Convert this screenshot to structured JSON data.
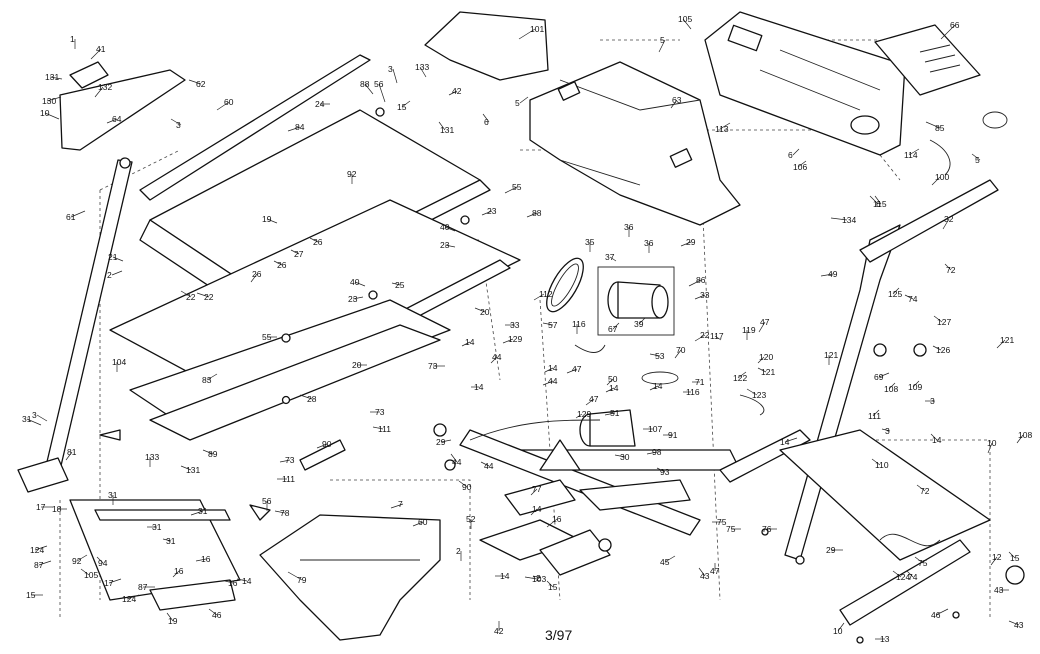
{
  "diagram": {
    "footer_text": "3/97",
    "labels": [
      "1",
      "41",
      "131",
      "130",
      "132",
      "10",
      "64",
      "3",
      "62",
      "60",
      "24",
      "84",
      "88",
      "56",
      "3",
      "133",
      "15",
      "42",
      "131",
      "101",
      "105",
      "5",
      "5",
      "63",
      "6",
      "66",
      "113",
      "85",
      "114",
      "106",
      "6",
      "115",
      "5",
      "100",
      "134",
      "6",
      "92",
      "55",
      "19",
      "26",
      "27",
      "26",
      "23",
      "40",
      "23",
      "25",
      "22",
      "40",
      "23",
      "20",
      "88",
      "35",
      "37",
      "36",
      "36",
      "29",
      "86",
      "67",
      "39",
      "33",
      "33",
      "57",
      "112",
      "116",
      "119",
      "47",
      "22",
      "55",
      "49",
      "21",
      "61",
      "2",
      "22",
      "26",
      "104",
      "83",
      "20",
      "28",
      "73",
      "73",
      "111",
      "111",
      "14",
      "129",
      "44",
      "73",
      "14",
      "121",
      "120",
      "122",
      "70",
      "71",
      "53",
      "116",
      "14",
      "117",
      "123",
      "121",
      "14",
      "44",
      "47",
      "50",
      "14",
      "47",
      "51",
      "129",
      "107",
      "91",
      "30",
      "29",
      "90",
      "44",
      "44",
      "98",
      "93",
      "89",
      "90",
      "133",
      "131",
      "3",
      "31",
      "81",
      "31",
      "31",
      "31",
      "31",
      "16",
      "16",
      "14",
      "7",
      "60",
      "56",
      "78",
      "79",
      "52",
      "77",
      "14",
      "16",
      "15",
      "2",
      "2",
      "14",
      "103",
      "42",
      "15",
      "17",
      "18",
      "124",
      "87",
      "92",
      "105",
      "94",
      "17",
      "124",
      "19",
      "87",
      "16",
      "46",
      "43",
      "75",
      "75",
      "76",
      "29",
      "14",
      "47",
      "45",
      "43",
      "13",
      "12",
      "43",
      "46",
      "10",
      "121",
      "126",
      "127",
      "125",
      "74",
      "72",
      "32",
      "108",
      "109",
      "3",
      "111",
      "14",
      "69",
      "3",
      "124",
      "75",
      "74",
      "72",
      "110",
      "108",
      "10",
      "15",
      "3"
    ]
  }
}
